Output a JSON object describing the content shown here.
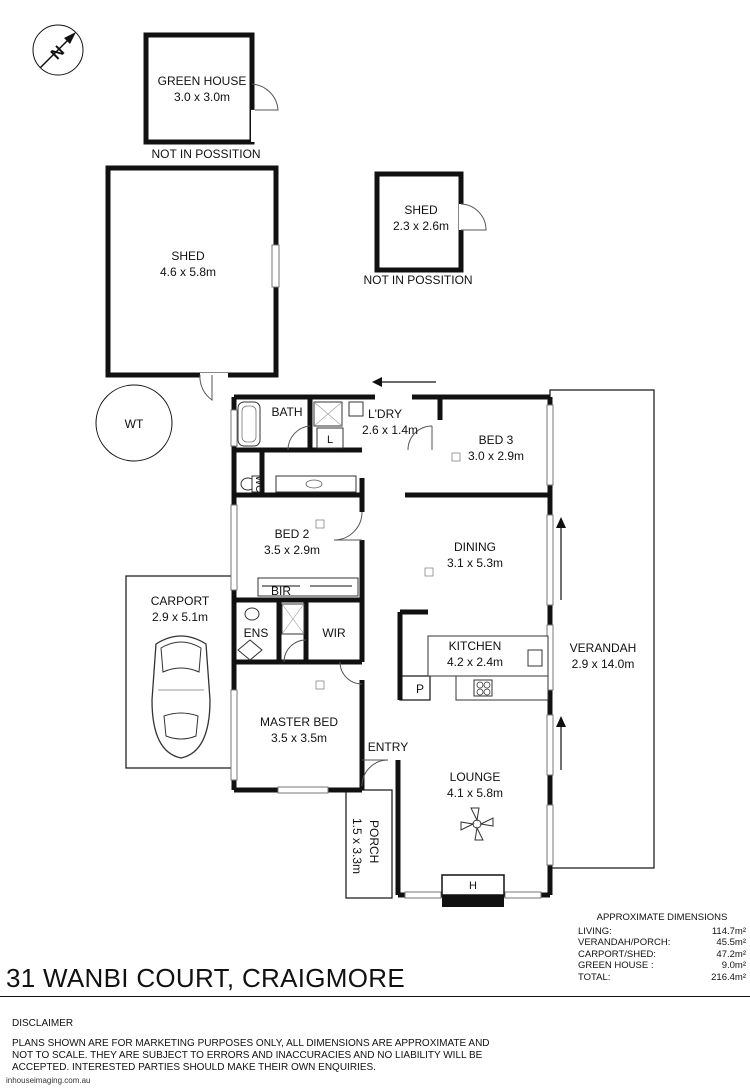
{
  "plan": {
    "rooms": {
      "greenhouse": {
        "name": "GREEN HOUSE",
        "size": "3.0 x 3.0m"
      },
      "shed_large": {
        "name": "SHED",
        "size": "4.6 x 5.8m"
      },
      "shed_small": {
        "name": "SHED",
        "size": "2.3 x 2.6m"
      },
      "water_tank": {
        "name": "WT"
      },
      "bath": {
        "name": "BATH"
      },
      "laundry": {
        "name": "L'DRY",
        "size": "2.6 x 1.4m",
        "l": "L"
      },
      "bed3": {
        "name": "BED 3",
        "size": "3.0 x 2.9m"
      },
      "wc": {
        "name": "WC"
      },
      "bed2": {
        "name": "BED 2",
        "size": "3.5 x 2.9m"
      },
      "bir": {
        "name": "BIR"
      },
      "dining": {
        "name": "DINING",
        "size": "3.1 x 5.3m"
      },
      "carport": {
        "name": "CARPORT",
        "size": "2.9 x 5.1m"
      },
      "ens": {
        "name": "ENS"
      },
      "wir": {
        "name": "WIR"
      },
      "kitchen": {
        "name": "KITCHEN",
        "size": "4.2 x 2.4m"
      },
      "pantry": {
        "name": "P"
      },
      "verandah": {
        "name": "VERANDAH",
        "size": "2.9 x 14.0m"
      },
      "master_bed": {
        "name": "MASTER BED",
        "size": "3.5 x 3.5m"
      },
      "entry": {
        "name": "ENTRY"
      },
      "lounge": {
        "name": "LOUNGE",
        "size": "4.1 x 5.8m"
      },
      "porch": {
        "name": "PORCH",
        "size": "1.5 x 3.3m"
      },
      "heater": {
        "name": "H"
      }
    },
    "notes": {
      "greenhouse_note": "NOT IN POSSITION",
      "shed_note": "NOT IN POSSITION"
    },
    "compass": {
      "label": "N"
    }
  },
  "areas": {
    "heading": "APPROXIMATE DIMENSIONS",
    "rows": [
      {
        "label": "LIVING:",
        "value": "114.7m²"
      },
      {
        "label": "VERANDAH/PORCH:",
        "value": "45.5m²"
      },
      {
        "label": "CARPORT/SHED:",
        "value": "47.2m²"
      },
      {
        "label": "GREEN HOUSE :",
        "value": "9.0m²"
      },
      {
        "label": "TOTAL:",
        "value": "216.4m²"
      }
    ]
  },
  "address": "31 WANBI COURT, CRAIGMORE",
  "disclaimer": {
    "heading": "DISCLAIMER",
    "body": "PLANS SHOWN ARE FOR MARKETING PURPOSES ONLY, ALL DIMENSIONS ARE APPROXIMATE AND NOT TO SCALE. THEY ARE SUBJECT TO ERRORS AND INACCURACIES AND NO LIABILITY WILL BE ACCEPTED. INTERESTED PARTIES SHOULD MAKE THEIR OWN ENQUIRIES."
  },
  "credit": "inhouseimaging.com.au"
}
